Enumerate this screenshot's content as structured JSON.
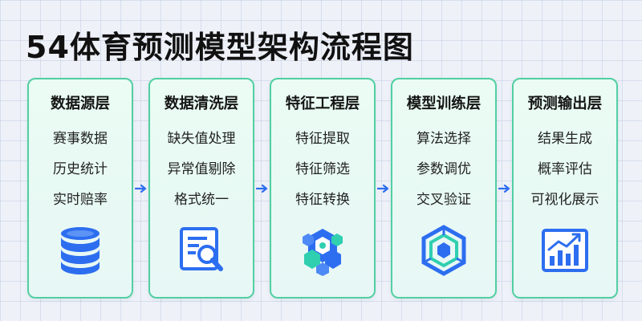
{
  "title": "54体育预测模型架构流程图",
  "colors": {
    "accent_blue": "#2d6ef0",
    "card_border": "#52cfa2",
    "card_fill": "#eafcf4",
    "icon_teal": "#2fcfb0"
  },
  "stages": [
    {
      "title": "数据源层",
      "items": [
        "赛事数据",
        "历史统计",
        "实时赔率"
      ],
      "icon": "database-icon"
    },
    {
      "title": "数据清洗层",
      "items": [
        "缺失值处理",
        "异常值剔除",
        "格式统一"
      ],
      "icon": "document-search-icon"
    },
    {
      "title": "特征工程层",
      "items": [
        "特征提取",
        "特征筛选",
        "特征转换"
      ],
      "icon": "hexagon-network-icon"
    },
    {
      "title": "模型训练层",
      "items": [
        "算法选择",
        "参数调优",
        "交叉验证"
      ],
      "icon": "nested-hexagon-icon"
    },
    {
      "title": "预测输出层",
      "items": [
        "结果生成",
        "概率评估",
        "可视化展示"
      ],
      "icon": "bar-chart-growth-icon"
    }
  ]
}
